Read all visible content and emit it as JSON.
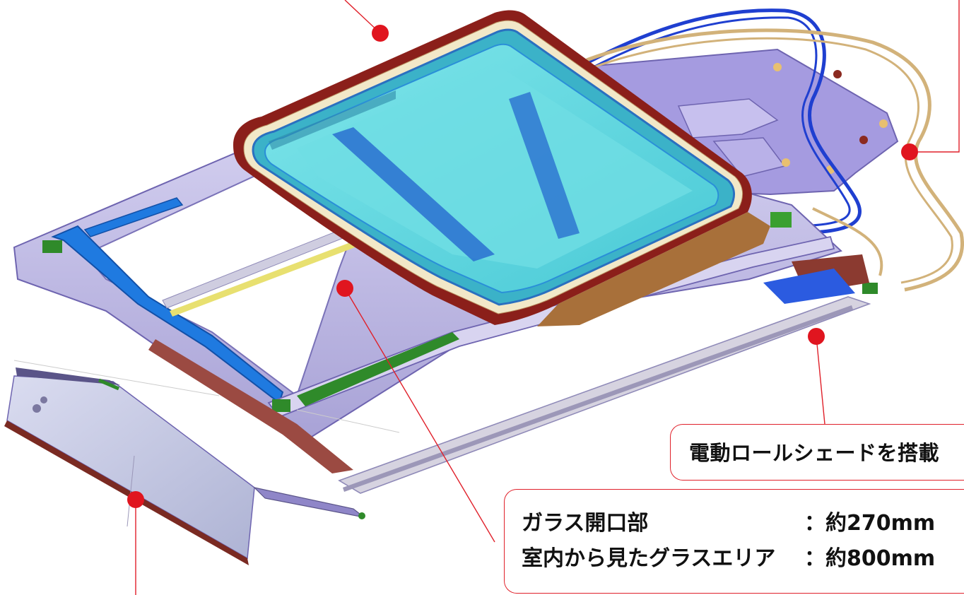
{
  "callouts": {
    "shade": {
      "label": "電動ロールシェードを搭載"
    },
    "spec": {
      "rows": [
        {
          "label": "ガラス開口部",
          "value": "：約270mm"
        },
        {
          "label": "室内から見たグラスエリア",
          "value": "：約800mm"
        }
      ]
    }
  },
  "colors": {
    "marker": "#e0151f",
    "leader": "#e0202a",
    "glass": "#5fd9e0",
    "glass_frame": "#3a8fd8",
    "glass_edge": "#8a1f1a",
    "frame": "#b8b3e0",
    "cable_blue": "#1f3fd0",
    "cable_tan": "#d2b27a",
    "bracket": "#8f86c8",
    "shade_panel": "#c3c6e0"
  }
}
